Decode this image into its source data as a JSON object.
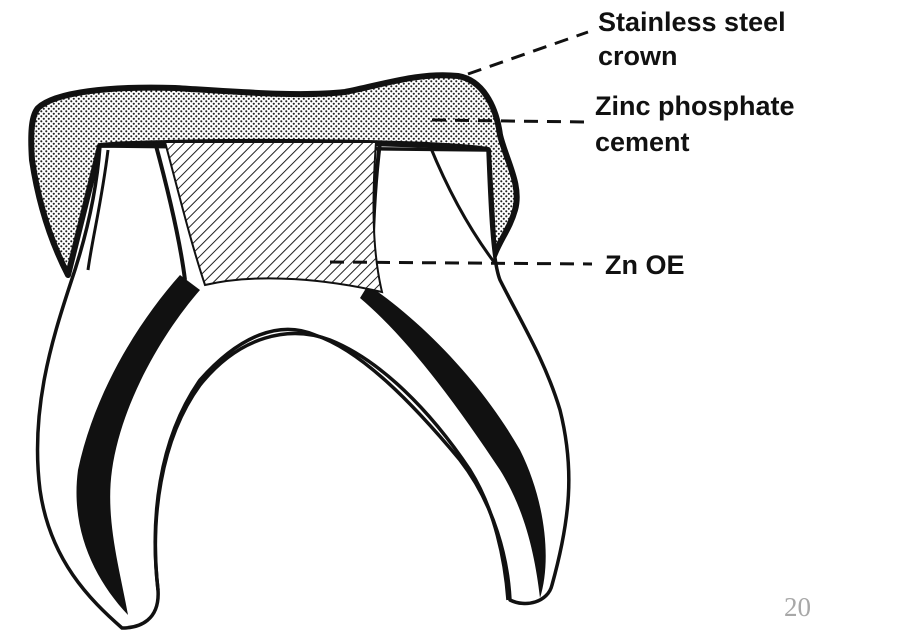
{
  "labels": {
    "crown_line1": "Stainless steel",
    "crown_line2": "crown",
    "cement_line1": "Zinc phosphate",
    "cement_line2": "cement",
    "zoe": "Zn OE"
  },
  "page_number": "20",
  "colors": {
    "ink": "#111111",
    "page_number": "#a8a8a8",
    "background": "#ffffff"
  }
}
